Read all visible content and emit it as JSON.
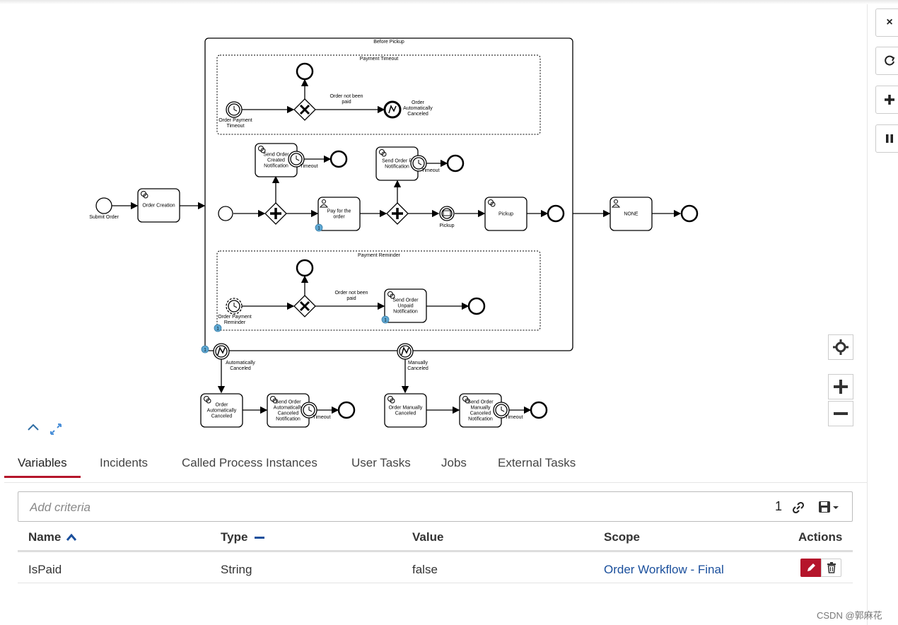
{
  "diagram": {
    "labels": {
      "subprocess_title": "Before Pickup",
      "payment_timeout_title": "Payment Timeout",
      "payment_reminder_title": "Payment Reminder",
      "submit_order": "Submit Order",
      "order_creation": "Order Creation",
      "order_payment_timeout": "Order Payment\nTimeout",
      "order_not_paid_1": "Order not been\npaid",
      "order_auto_canceled_end": "Order\nAutomatically\nCanceled",
      "send_order_created": "Send Order\nCreated\nNotification",
      "timeout_1": "Timeout",
      "send_order_paid": "Send Order P\nNotification",
      "timeout_2": "Timeout",
      "pay_for_order": "Pay for the\norder",
      "pickup_event": "Pickup",
      "pickup_task": "Pickup",
      "none_task": "NONE",
      "order_payment_reminder": "Order Payment\nReminder",
      "order_not_paid_2": "Order not been\npaid",
      "send_unpaid": "Send Order\nUnpaid\nNotification",
      "auto_canceled_flow": "Automatically\nCanceled",
      "manually_canceled_flow": "Manually\nCanceled",
      "order_auto_canceled_task": "Order\nAutomatically\nCanceled",
      "send_auto_canceled": "Send Order\nAutomatically\nCanceled\nNotification",
      "timeout_3": "Timeout",
      "order_manually_canceled_task": "Order Manually\nCanceled",
      "send_manually_canceled": "Send Order\nManually\nCanceled\nNotification",
      "timeout_4": "Timeout",
      "badge": "1"
    }
  },
  "tabs": [
    "Variables",
    "Incidents",
    "Called Process Instances",
    "User Tasks",
    "Jobs",
    "External Tasks"
  ],
  "search": {
    "placeholder": "Add criteria",
    "count": "1"
  },
  "table": {
    "headers": {
      "name": "Name",
      "type": "Type",
      "value": "Value",
      "scope": "Scope",
      "actions": "Actions"
    },
    "rows": [
      {
        "name": "IsPaid",
        "type": "String",
        "value": "false",
        "scope": "Order Workflow - Final"
      }
    ]
  },
  "colors": {
    "accent": "#b5152b",
    "link": "#1a4f9c",
    "badge": "#5fa8d3"
  },
  "watermark": "CSDN @郭麻花"
}
